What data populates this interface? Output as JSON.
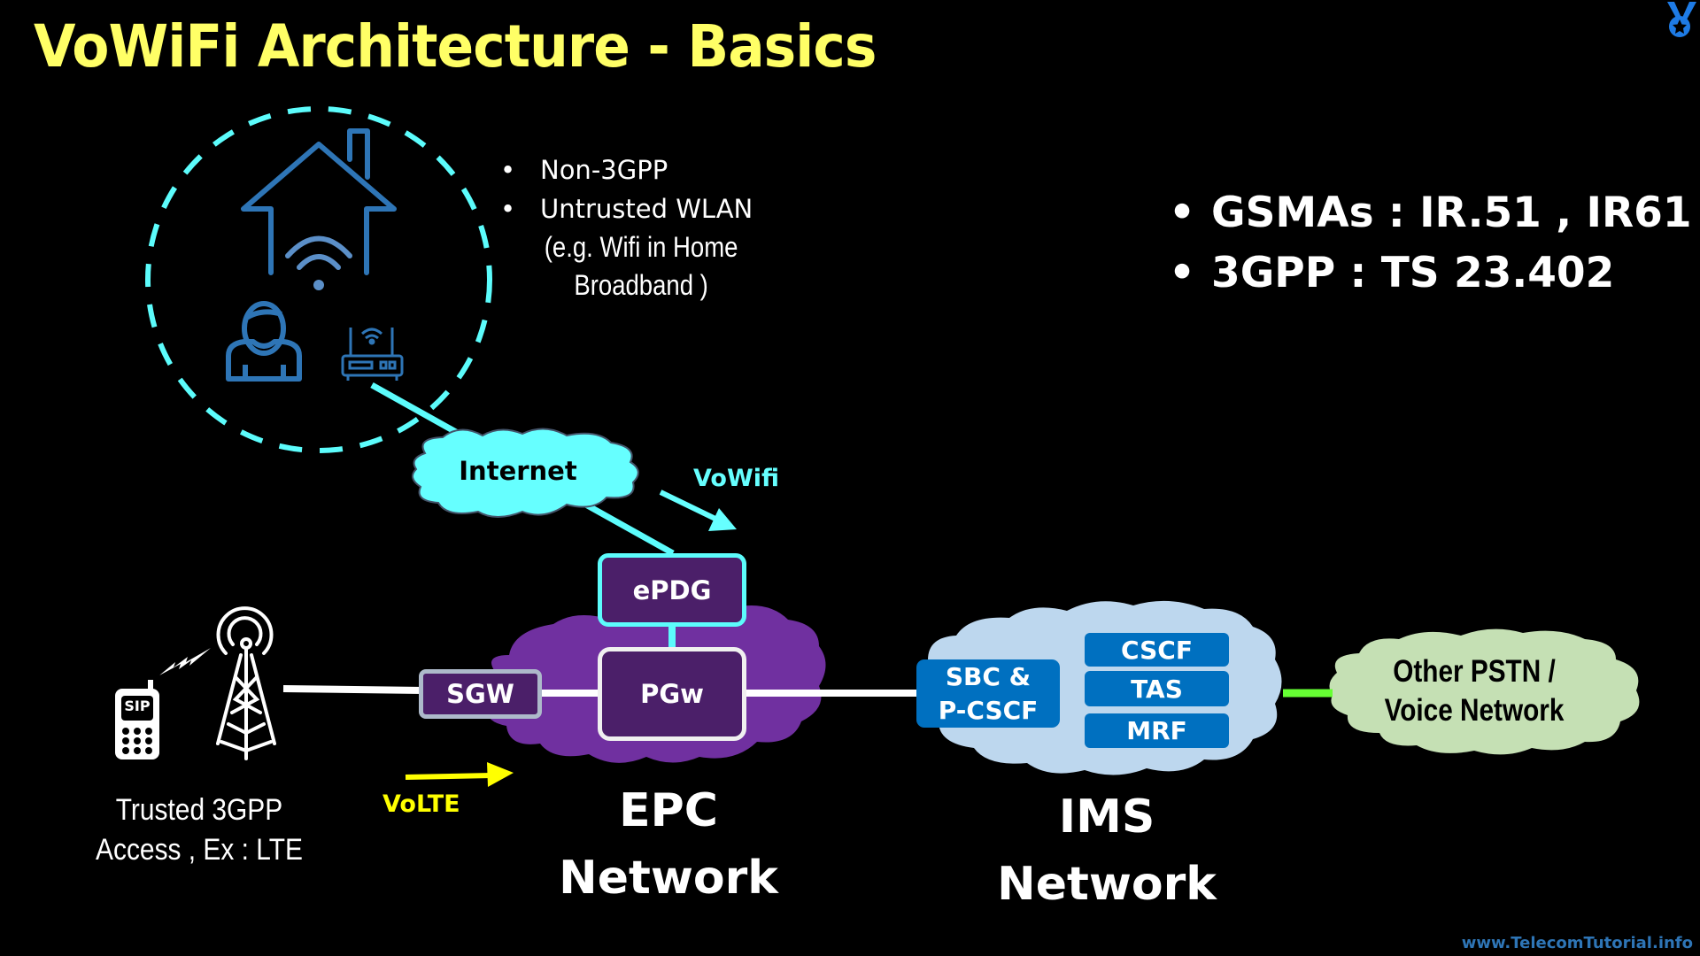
{
  "title": "VoWiFi Architecture - Basics",
  "colors": {
    "title": "#FFFF66",
    "cyan": "#66FFFF",
    "epc_cloud": "#7030A0",
    "epc_box": "#4B1F69",
    "ims_cloud": "#BDD7EE",
    "ims_box": "#0070C0",
    "pstn_cloud": "#C5E0B4",
    "volte": "#FFFF00",
    "pstn_link": "#66FF33",
    "icon_blue": "#2E75B6"
  },
  "home_area": {
    "icons": [
      "house-wifi-icon",
      "user-icon",
      "wifi-router-icon"
    ],
    "bullets": [
      "Non-3GPP",
      "Untrusted WLAN"
    ],
    "note_line1": "(e.g. Wifi in Home",
    "note_line2": "Broadband )"
  },
  "standards": {
    "bullets": [
      "GSMAs : IR.51 , IR61",
      "3GPP : TS 23.402"
    ]
  },
  "internet": {
    "label": "Internet"
  },
  "vowifi": {
    "label": "VoWifi"
  },
  "volte": {
    "label": "VoLTE"
  },
  "access": {
    "icons": [
      "sip-phone-icon",
      "cell-tower-icon"
    ],
    "phone_label": "SIP",
    "label_line1": "Trusted 3GPP",
    "label_line2": "Access , Ex : LTE"
  },
  "epc": {
    "nodes": {
      "epdg": "ePDG",
      "pgw": "PGw",
      "sgw": "SGW"
    },
    "label_line1": "EPC",
    "label_line2": "Network"
  },
  "ims": {
    "nodes": {
      "sbc_line1": "SBC &",
      "sbc_line2": "P-CSCF",
      "cscf": "CSCF",
      "tas": "TAS",
      "mrf": "MRF"
    },
    "label_line1": "IMS",
    "label_line2": "Network"
  },
  "pstn": {
    "label_line1": "Other PSTN /",
    "label_line2": "Voice Network"
  },
  "footer": {
    "url": "www.TelecomTutorial.info",
    "badge": "medal-icon"
  }
}
